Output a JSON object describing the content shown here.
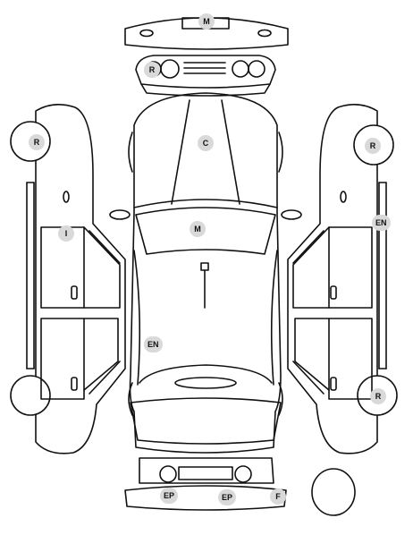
{
  "palette": {
    "stroke": "#111111",
    "tag_bg": "#d9d9d9",
    "background": "#ffffff"
  },
  "markers": {
    "rear_bumper_top": "M",
    "rear_panel": "R",
    "roof": "C",
    "left_rear_wheel": "R",
    "right_rear_wheel": "R",
    "left_door": "I",
    "windshield": "M",
    "right_front_fender": "EN",
    "hood": "EN",
    "right_front_wheel": "R",
    "front_bumper_left": "EP",
    "front_bumper_right": "EP",
    "front_bumper_corner": "F"
  }
}
